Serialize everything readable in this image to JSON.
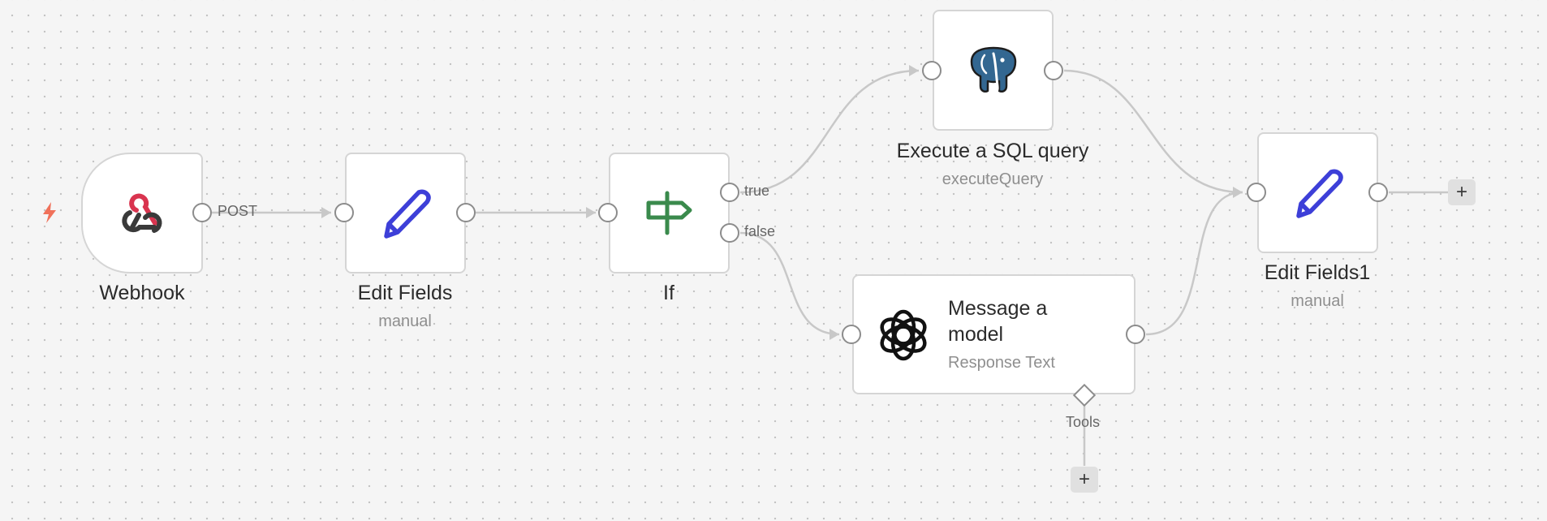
{
  "workflow": {
    "nodes": {
      "webhook": {
        "title": "Webhook",
        "icon": "webhook-icon"
      },
      "edit_fields": {
        "title": "Edit Fields",
        "subtitle": "manual",
        "icon": "pencil-icon"
      },
      "if_node": {
        "title": "If",
        "icon": "signpost-icon"
      },
      "sql": {
        "title": "Execute a SQL query",
        "subtitle": "executeQuery",
        "icon": "postgres-elephant-icon"
      },
      "message_model": {
        "title": "Message a model",
        "subtitle": "Response Text",
        "icon": "openai-icon"
      },
      "edit_fields1": {
        "title": "Edit Fields1",
        "subtitle": "manual",
        "icon": "pencil-icon"
      }
    },
    "edge_labels": {
      "post": "POST",
      "true": "true",
      "false": "false",
      "tools": "Tools"
    },
    "add_button": "+",
    "colors": {
      "trigger": "#f0715a",
      "pencil": "#3d3fd8",
      "signpost": "#3a8a4c",
      "postgres": "#336791",
      "webhook_red": "#d9344f",
      "webhook_dark": "#3a3a3a"
    }
  }
}
